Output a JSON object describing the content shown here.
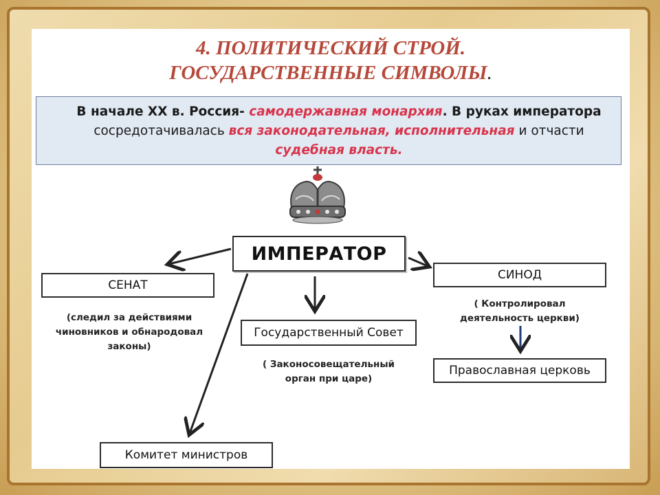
{
  "title": {
    "line1": "4. ПОЛИТИЧЕСКИЙ СТРОЙ.",
    "line2": "ГОСУДАРСТВЕННЫЕ СИМВОЛЫ",
    "line2_end": "."
  },
  "intro": {
    "p1": "В начале XX в. Россия- ",
    "p2": "самодержавная монархия",
    "p3": ". В руках императора ",
    "p4": "сосредотачивалась ",
    "p5": "вся законодательная, исполнительная",
    "p6": " и отчасти ",
    "p7": "судебная власть."
  },
  "nodes": {
    "emperor": "ИМПЕРАТОР",
    "senate": "СЕНАТ",
    "synod": "СИНОД",
    "council": "Государственный Совет",
    "church": "Православная церковь",
    "committee": "Комитет министров"
  },
  "notes": {
    "senate": "(следил за действиями чиновников и обнародовал законы)",
    "synod": "( Контролировал деятельность церкви)",
    "council": "( Законосовещательный орган при царе)"
  },
  "colors": {
    "title": "#b5493a",
    "highlight": "#d8334a",
    "intro_bg": "#e1e9f3",
    "frame": "#a8742e"
  },
  "icons": {
    "crown": "imperial-crown-icon"
  }
}
